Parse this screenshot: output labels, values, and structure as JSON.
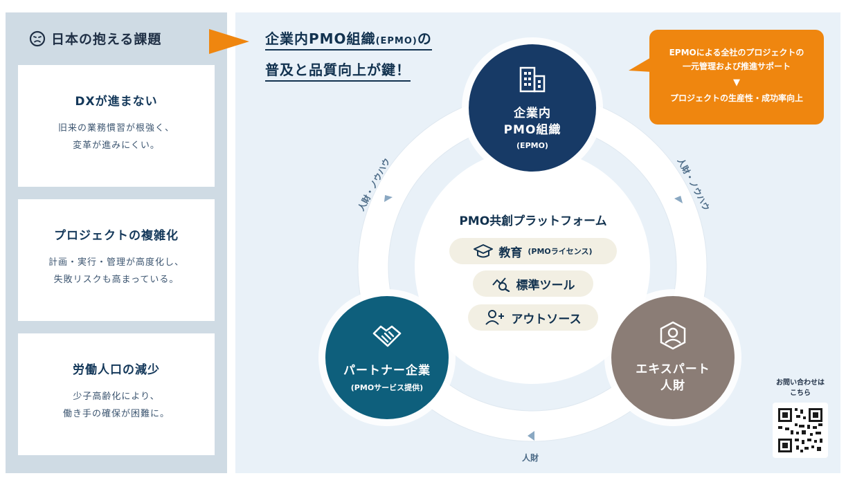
{
  "left": {
    "title": "日本の抱える課題",
    "cards": [
      {
        "title": "DXが進まない",
        "line1": "旧来の業務慣習が根強く、",
        "line2": "変革が進みにくい。"
      },
      {
        "title": "プロジェクトの複雑化",
        "line1": "計画・実行・管理が高度化し、",
        "line2": "失敗リスクも高まっている。"
      },
      {
        "title": "労働人口の減少",
        "line1": "少子高齢化により、",
        "line2": "働き手の確保が困難に。"
      }
    ]
  },
  "headline": {
    "part1": "企業内PMO組織",
    "part1_small": "(EPMO)",
    "part1_tail": "の",
    "line2": "普及と品質向上が鍵！"
  },
  "callout": {
    "line1": "EPMOによる全社のプロジェクトの",
    "line2": "一元管理および推進サポート",
    "arrow": "▼",
    "line3": "プロジェクトの生産性・成功率向上"
  },
  "nodes": {
    "top": {
      "line1": "企業内",
      "line2": "PMO組織",
      "sub": "(EPMO)",
      "icon": "building-icon"
    },
    "left": {
      "line1": "パートナー企業",
      "sub": "(PMOサービス提供)",
      "icon": "handshake-icon"
    },
    "right": {
      "line1": "エキスパート",
      "line2": "人財",
      "icon": "person-hexagon-icon"
    }
  },
  "center": {
    "title": "PMO共創プラットフォーム",
    "items": [
      {
        "label": "教育",
        "sub": "(PMOライセンス)",
        "icon": "graduation-cap-icon"
      },
      {
        "label": "標準ツール",
        "icon": "chart-search-icon"
      },
      {
        "label": "アウトソース",
        "icon": "add-user-icon"
      }
    ]
  },
  "arc_labels": {
    "left": "人財・ノウハウ",
    "right": "人財・ノウハウ",
    "bottom": "人財"
  },
  "qr": {
    "line1": "お問い合わせは",
    "line2": "こちら"
  },
  "colors": {
    "navy": "#173a66",
    "teal": "#0e5f7c",
    "taupe": "#8b7d76",
    "orange": "#ef860f",
    "panel": "#cfdbe4",
    "main_bg": "#e9f1f8"
  }
}
